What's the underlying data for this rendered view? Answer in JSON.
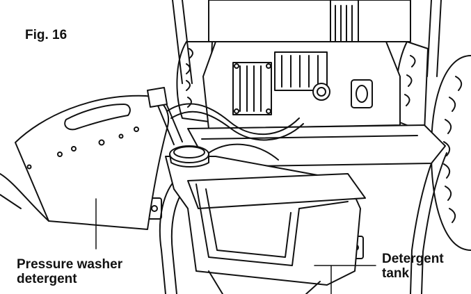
{
  "figure": {
    "label": "Fig. 16"
  },
  "callouts": {
    "detergent_bottle": {
      "line1": "Pressure washer",
      "line2": "detergent"
    },
    "detergent_tank": {
      "line1": "Detergent",
      "line2": "tank"
    }
  },
  "colors": {
    "ink": "#111111",
    "background": "#ffffff"
  }
}
